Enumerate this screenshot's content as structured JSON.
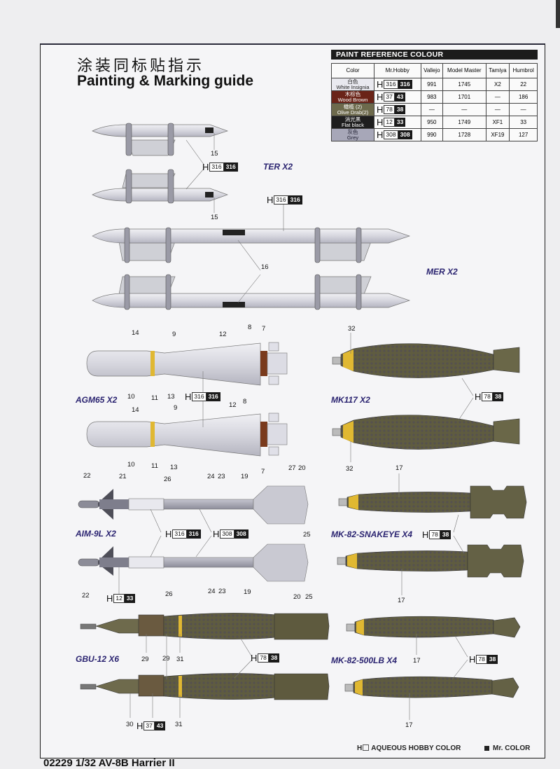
{
  "header": {
    "title_cn": "涂装同标贴指示",
    "title_en": "Painting & Marking guide"
  },
  "paint_reference": {
    "title": "PAINT  REFERENCE COLOUR",
    "columns": [
      "Color",
      "Mr.Hobby",
      "Vallejo",
      "Model Master",
      "Tamiya",
      "Humbrol"
    ],
    "rows": [
      {
        "cn": "白色",
        "name": "White Insignia",
        "swatch": "#e9e9ef",
        "text_color": "#222",
        "h_aqueous": "316",
        "h_mr": "316",
        "vallejo": "991",
        "model_master": "1745",
        "tamiya": "X2",
        "humbrol": "22"
      },
      {
        "cn": "木棕色",
        "name": "Wood Brown",
        "swatch": "#6a2418",
        "text_color": "#fff",
        "h_aqueous": "37",
        "h_mr": "43",
        "vallejo": "983",
        "model_master": "1701",
        "tamiya": "—",
        "humbrol": "186"
      },
      {
        "cn": "橄榄 (2)",
        "name": "Olive Drab(2)",
        "swatch": "#6d6a4c",
        "text_color": "#fff",
        "h_aqueous": "78",
        "h_mr": "38",
        "vallejo": "—",
        "model_master": "—",
        "tamiya": "—",
        "humbrol": "—"
      },
      {
        "cn": "消光黑",
        "name": "Flat black",
        "swatch": "#1e1e1e",
        "text_color": "#fff",
        "h_aqueous": "12",
        "h_mr": "33",
        "vallejo": "950",
        "model_master": "1749",
        "tamiya": "XF1",
        "humbrol": "33"
      },
      {
        "cn": "灰色",
        "name": "Grey",
        "swatch": "#a7a7b8",
        "text_color": "#223",
        "h_aqueous": "308",
        "h_mr": "308",
        "vallejo": "990",
        "model_master": "1728",
        "tamiya": "XF19",
        "humbrol": "127"
      }
    ]
  },
  "weapons": {
    "ter": {
      "label": "TER X2",
      "callouts": [
        "15",
        "15"
      ],
      "paint": {
        "h": "H",
        "aq": "316",
        "mr": "316"
      }
    },
    "mer": {
      "label": "MER X2",
      "callouts": [
        "16"
      ],
      "paint": {
        "h": "H",
        "aq": "316",
        "mr": "316"
      }
    },
    "agm65": {
      "label": "AGM65 X2",
      "callouts_top": [
        "14",
        "9",
        "12",
        "8",
        "7",
        "10",
        "11",
        "13"
      ],
      "callouts_bottom": [
        "14",
        "9",
        "12",
        "8",
        "10",
        "11",
        "13",
        "7"
      ],
      "paint": {
        "h": "H",
        "aq": "316",
        "mr": "316"
      }
    },
    "mk117": {
      "label": "MK117 X2",
      "callouts": [
        "32",
        "32"
      ],
      "paint": {
        "h": "H",
        "aq": "78",
        "mr": "38"
      }
    },
    "aim9l": {
      "label": "AIM-9L X2",
      "callouts_top": [
        "22",
        "21",
        "26",
        "24",
        "23",
        "19",
        "27",
        "20",
        "25"
      ],
      "callouts_bottom": [
        "22",
        "26",
        "24",
        "23",
        "19",
        "20",
        "25"
      ],
      "paint_white": {
        "h": "H",
        "aq": "316",
        "mr": "316"
      },
      "paint_grey": {
        "h": "H",
        "aq": "308",
        "mr": "308"
      },
      "paint_black": {
        "h": "H",
        "aq": "12",
        "mr": "33"
      }
    },
    "mk82_snakeye": {
      "label": "MK-82-SNAKEYE X4",
      "callouts": [
        "17",
        "17"
      ],
      "paint": {
        "h": "H",
        "aq": "78",
        "mr": "38"
      }
    },
    "gbu12": {
      "label": "GBU-12 X6",
      "callouts_top": [
        "29",
        "29",
        "31"
      ],
      "callouts_bottom": [
        "30",
        "31"
      ],
      "paint_olive": {
        "h": "H",
        "aq": "78",
        "mr": "38"
      },
      "paint_brown": {
        "h": "H",
        "aq": "37",
        "mr": "43"
      }
    },
    "mk82_500lb": {
      "label": "MK-82-500LB X4",
      "callouts": [
        "17",
        "17"
      ],
      "paint": {
        "h": "H",
        "aq": "78",
        "mr": "38"
      }
    }
  },
  "legend": {
    "aqueous": "AQUEOUS HOBBY COLOR",
    "aqueous_prefix": "H",
    "mr_color": "Mr. COLOR"
  },
  "footer": {
    "model": "02229 1/32 AV-8B Harrier II"
  },
  "colors": {
    "olive": "#5d5a3e",
    "yellow": "#e0b832",
    "white_body": "#dcdce4",
    "grey_body": "#a9a9b4",
    "brown_band": "#7a3a1c",
    "label_blue": "#2a2370"
  }
}
